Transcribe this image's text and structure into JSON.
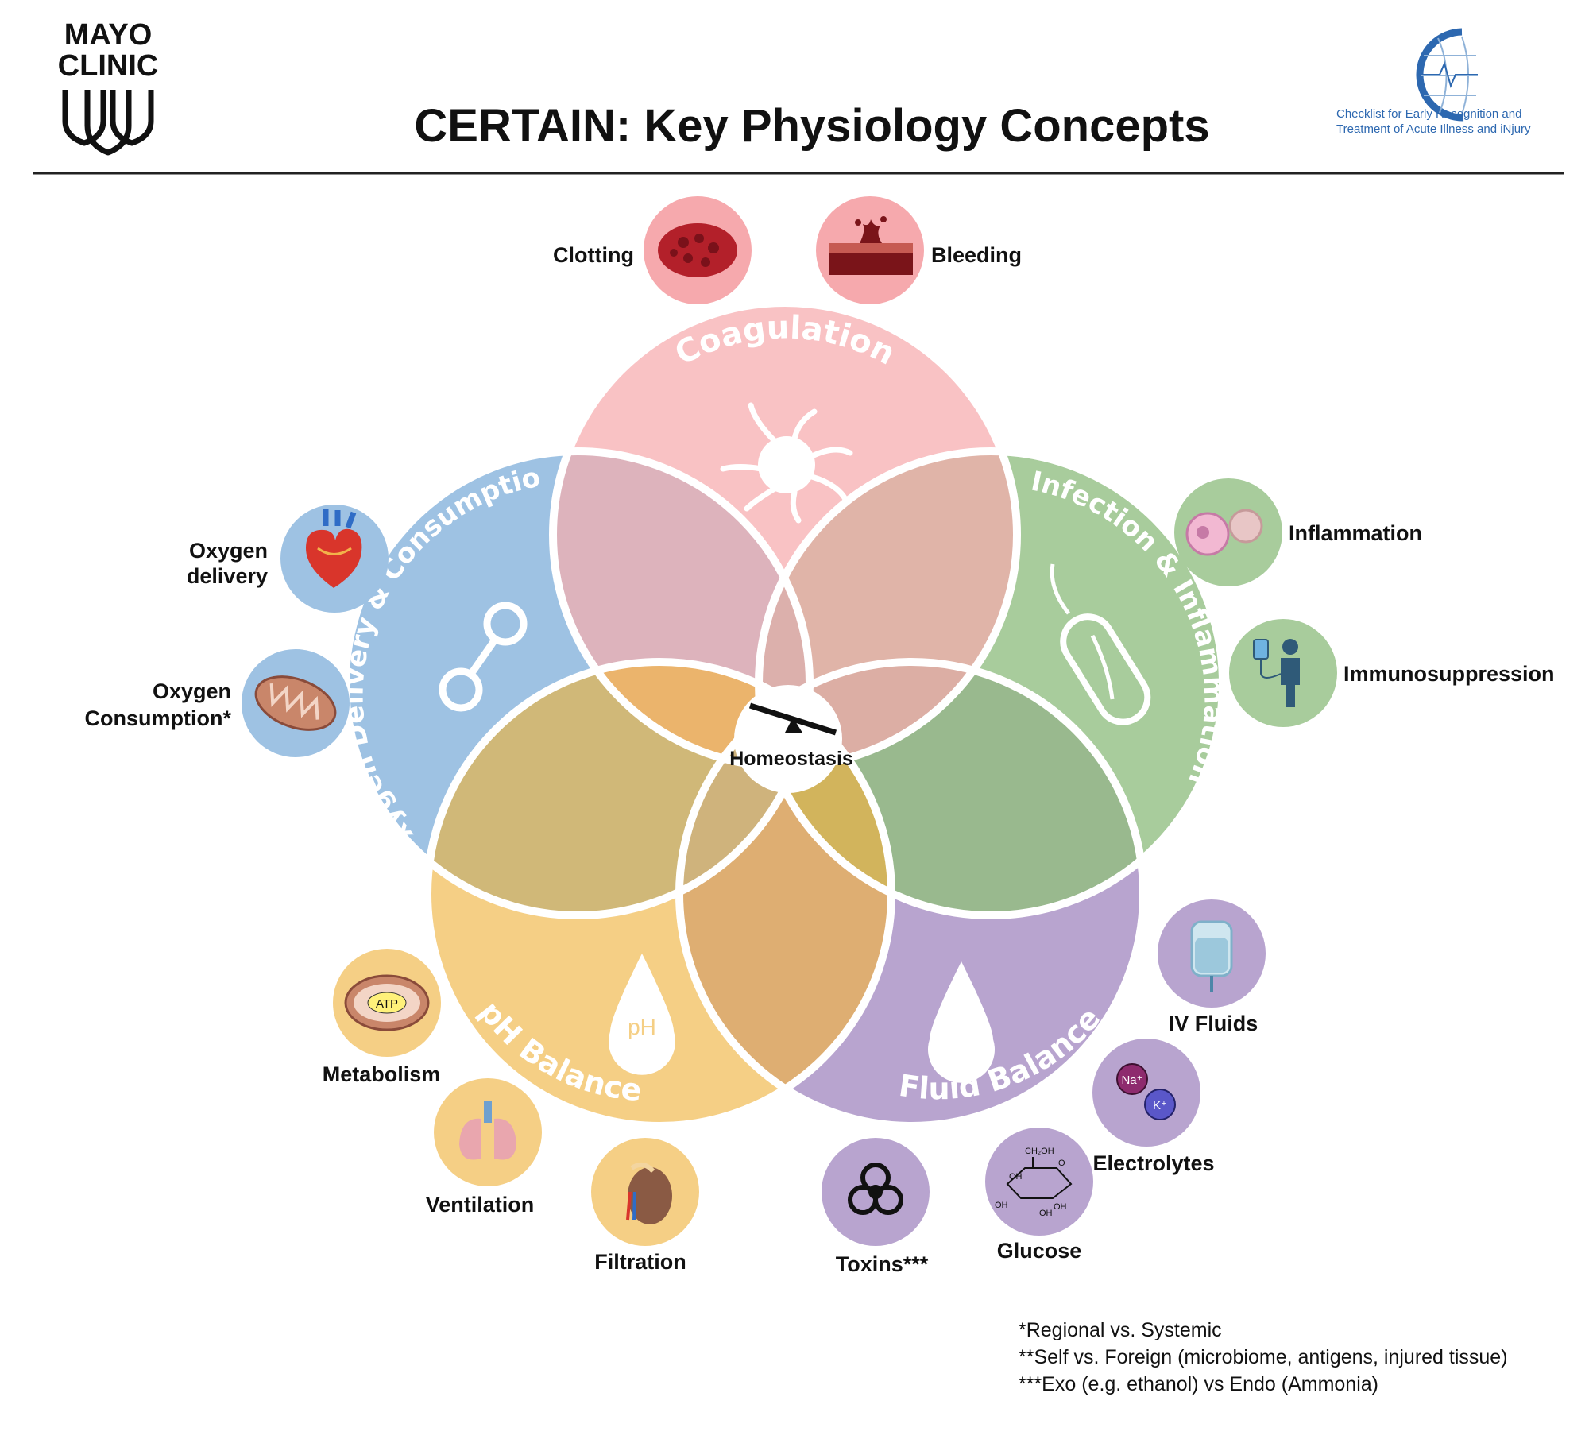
{
  "header": {
    "logo_line1": "MAYO",
    "logo_line2": "CLINIC",
    "title": "CERTAIN: Key Physiology Concepts",
    "certain_line1": "Checklist for Early Recognition and",
    "certain_line2": "Treatment of Acute Illness and iNjury"
  },
  "center": {
    "label": "Homeostasis"
  },
  "domains": {
    "coagulation": {
      "label": "Coagulation",
      "color": "#f9c2c4",
      "icon": "platelet-icon"
    },
    "infection": {
      "label": "Infection & Inflammation **",
      "color": "#a8cc9c",
      "icon": "bacterium-icon"
    },
    "fluid": {
      "label": "Fluid Balance",
      "color": "#b8a4cf",
      "icon": "water-drop-icon"
    },
    "ph": {
      "label": "pH Balance",
      "color": "#f5cf85",
      "icon": "ph-drop-icon",
      "drop_text": "pH"
    },
    "oxygen": {
      "label": "Oxygen Delivery & Consumption",
      "color": "#9ec2e3",
      "icon": "dumbbell-icon"
    }
  },
  "satellites": {
    "clotting": "Clotting",
    "bleeding": "Bleeding",
    "inflammation": "Inflammation",
    "immunosuppression": "Immunosuppression",
    "iv_fluids": "IV Fluids",
    "electrolytes": "Electrolytes",
    "glucose": "Glucose",
    "toxins": "Toxins***",
    "filtration": "Filtration",
    "ventilation": "Ventilation",
    "metabolism": "Metabolism",
    "oxygen_consumption_1": "Oxygen",
    "oxygen_consumption_2": "Consumption*",
    "oxygen_delivery_1": "Oxygen",
    "oxygen_delivery_2": "delivery"
  },
  "icon_text": {
    "atp": "ATP",
    "na": "Na⁺",
    "k": "K⁺",
    "glucose_top": "CH₂OH",
    "glucose_o": "O",
    "glucose_oh": "OH"
  },
  "footnotes": [
    "*Regional vs. Systemic",
    "**Self vs. Foreign (microbiome, antigens, injured tissue)",
    "***Exo (e.g. ethanol) vs Endo (Ammonia)"
  ]
}
